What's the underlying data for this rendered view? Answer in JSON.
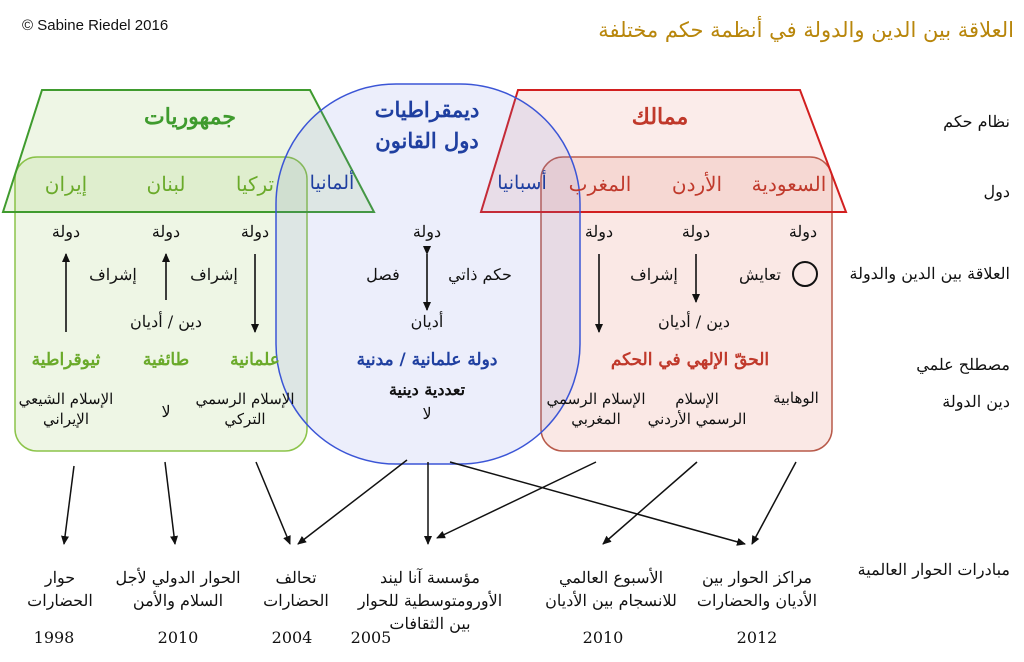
{
  "copyright": "© Sabine Riedel 2016",
  "title": "العلاقة بين الدين والدولة في أنظمة حكم مختلفة",
  "row_labels": {
    "system": "نظام حكم",
    "states": "دول",
    "relation": "العلاقة بين الدين والدولة",
    "term": "مصطلح علمي",
    "religion": "دين الدولة",
    "initiatives": "مبادرات الحوار العالمية"
  },
  "republics": {
    "header": "جمهوريات",
    "countries": [
      "إيران",
      "لبنان",
      "تركيا"
    ],
    "state": "دولة",
    "oversight": "إشراف",
    "religions": "دين / أديان",
    "terms": [
      "ثيوقراطية",
      "طائفية",
      "علمانية"
    ],
    "religion_iran": "الإسلام الشيعي\nالإيراني",
    "religion_lebanon": "لا",
    "religion_turkey": "الإسلام الرسمي\nالتركي"
  },
  "democracies": {
    "header_line1": "ديمقراطيات",
    "header_line2": "دول القانون",
    "germany": "ألمانيا",
    "spain": "أسبانيا",
    "state": "دولة",
    "self_rule": "حكم ذاتي",
    "separation": "فصل",
    "religions": "أديان",
    "term": "دولة علمانية / مدنية",
    "pluralism": "تعددية دينية",
    "none": "لا"
  },
  "monarchies": {
    "header": "ممالك",
    "countries": [
      "المغرب",
      "الأردن",
      "السعودية"
    ],
    "state": "دولة",
    "oversight": "إشراف",
    "coexistence": "تعايش",
    "religions": "دين / أديان",
    "term": "الحقّ الإلهي في الحكم",
    "religion_morocco": "الإسلام الرسمي\nالمغربي",
    "religion_jordan": "الإسلام\nالرسمي الأردني",
    "religion_saudi": "الوهابية"
  },
  "initiatives": [
    {
      "text": "حوار\nالحضارات",
      "year": "1998"
    },
    {
      "text": "الحوار الدولي لأجل\nالسلام والأمن",
      "year": "2010"
    },
    {
      "text": "تحالف\nالحضارات",
      "year": "2004"
    },
    {
      "text": "مؤسسة آنا ليند\nالأورومتوسطية للحوار\nبين الثقافات",
      "year": "2005"
    },
    {
      "text": "الأسبوع العالمي\nللانسجام بين الأديان",
      "year": "2010"
    },
    {
      "text": "مراكز الحوار بين\nالأديان والحضارات",
      "year": "2012"
    }
  ],
  "colors": {
    "green": "#6aaa2a",
    "red": "#c0392b",
    "blue": "#1f3fa0",
    "gold": "#b8860b"
  }
}
